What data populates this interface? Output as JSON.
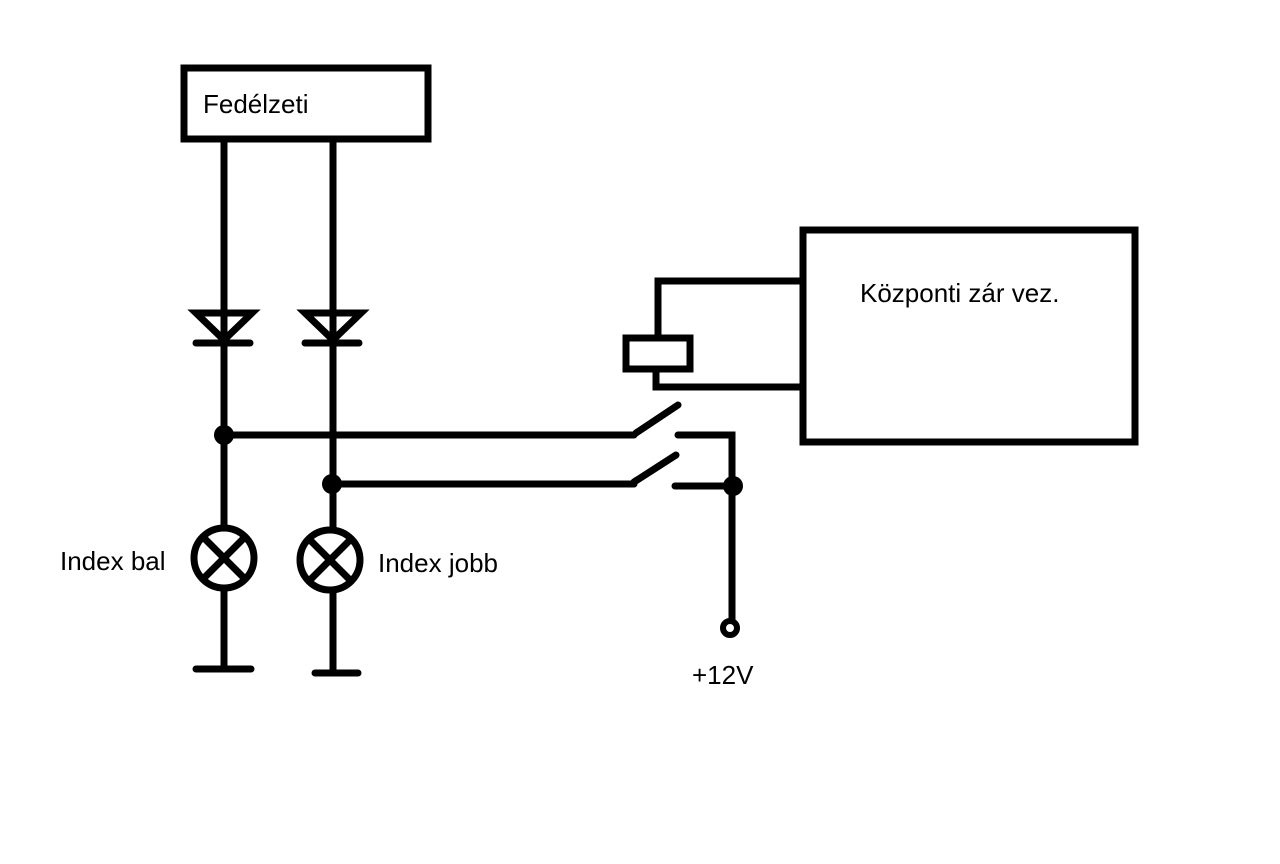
{
  "diagram": {
    "type": "circuit-schematic",
    "labels": {
      "onboard_unit": "Fedélzeti",
      "central_lock_controller": "Központi zár vez.",
      "lamp_left": "Index bal",
      "lamp_right": "Index jobb",
      "supply": "+12V"
    },
    "components": [
      {
        "id": "onboard_unit",
        "kind": "block"
      },
      {
        "id": "diode_left",
        "kind": "diode"
      },
      {
        "id": "diode_right",
        "kind": "diode"
      },
      {
        "id": "lamp_left",
        "kind": "lamp"
      },
      {
        "id": "lamp_right",
        "kind": "lamp"
      },
      {
        "id": "relay_coil",
        "kind": "relay-coil"
      },
      {
        "id": "relay_contact_1",
        "kind": "switch-contact"
      },
      {
        "id": "relay_contact_2",
        "kind": "switch-contact"
      },
      {
        "id": "central_lock_controller",
        "kind": "block"
      },
      {
        "id": "supply_terminal",
        "kind": "terminal"
      },
      {
        "id": "ground_left",
        "kind": "ground"
      },
      {
        "id": "ground_right",
        "kind": "ground"
      }
    ],
    "colors": {
      "line": "#000000",
      "background": "#ffffff"
    }
  }
}
